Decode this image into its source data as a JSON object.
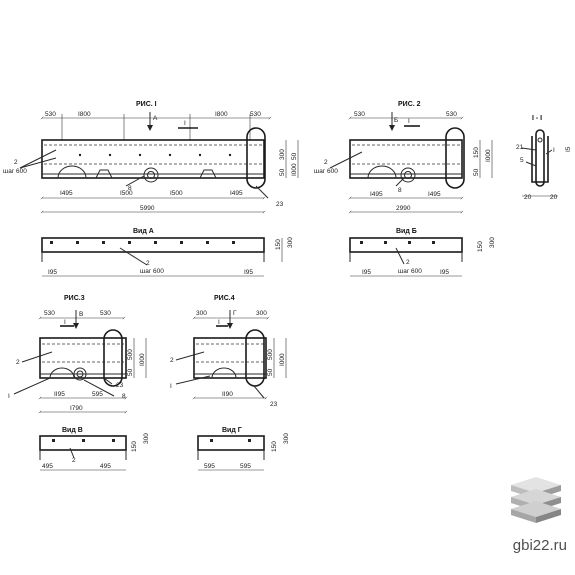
{
  "fig1": {
    "title": "РИС. I",
    "view": "Вид А",
    "view_arrow": "A",
    "section_mark": "I",
    "dims_top": [
      "530",
      "I800",
      "I800",
      "530"
    ],
    "dims_bottom": [
      "I495",
      "I500",
      "I500",
      "I495"
    ],
    "total": "5990",
    "right_dims": [
      "300",
      "50",
      "50",
      "I000"
    ],
    "callouts": [
      "2",
      "шаг 600",
      "8",
      "23"
    ],
    "view_dims": [
      "I95",
      "I95",
      "150",
      "300"
    ],
    "view_callouts": [
      "2",
      "шаг 600"
    ]
  },
  "fig2": {
    "title": "РИС. 2",
    "view": "Вид Б",
    "view_arrow": "Б",
    "section_mark": "I",
    "dims_top": [
      "530",
      "530"
    ],
    "dims_bottom": [
      "I495",
      "I495"
    ],
    "total": "2990",
    "right_dims": [
      "150",
      "50",
      "I000"
    ],
    "callouts": [
      "2",
      "шаг 600",
      "8"
    ],
    "view_dims": [
      "I95",
      "I95",
      "150",
      "300"
    ],
    "view_callouts": [
      "2",
      "шаг 600"
    ]
  },
  "section": {
    "title": "I - I",
    "callouts": [
      "21",
      "I",
      "5",
      "I5"
    ],
    "dims": [
      "20",
      "20"
    ]
  },
  "fig3": {
    "title": "РИС.3",
    "view": "Вид В",
    "view_arrow": "В",
    "section_mark": "I",
    "dims_top": [
      "530",
      "530"
    ],
    "dims_bottom": [
      "II95",
      "595"
    ],
    "total": "I790",
    "right_dims": [
      "500",
      "50",
      "I000"
    ],
    "callouts": [
      "2",
      "I",
      "23",
      "8"
    ],
    "view_dims": [
      "495",
      "495",
      "150",
      "300"
    ],
    "view_callouts": [
      "2"
    ]
  },
  "fig4": {
    "title": "РИС.4",
    "view": "Вид Г",
    "view_arrow": "Г",
    "section_mark": "I",
    "dims_top": [
      "300",
      "300"
    ],
    "dims_bottom": [
      "II90"
    ],
    "right_dims": [
      "500",
      "50",
      "I000"
    ],
    "callouts": [
      "2",
      "I",
      "23"
    ],
    "view_dims": [
      "595",
      "595",
      "150",
      "300"
    ]
  },
  "brand": {
    "site": "gbi22.ru"
  }
}
